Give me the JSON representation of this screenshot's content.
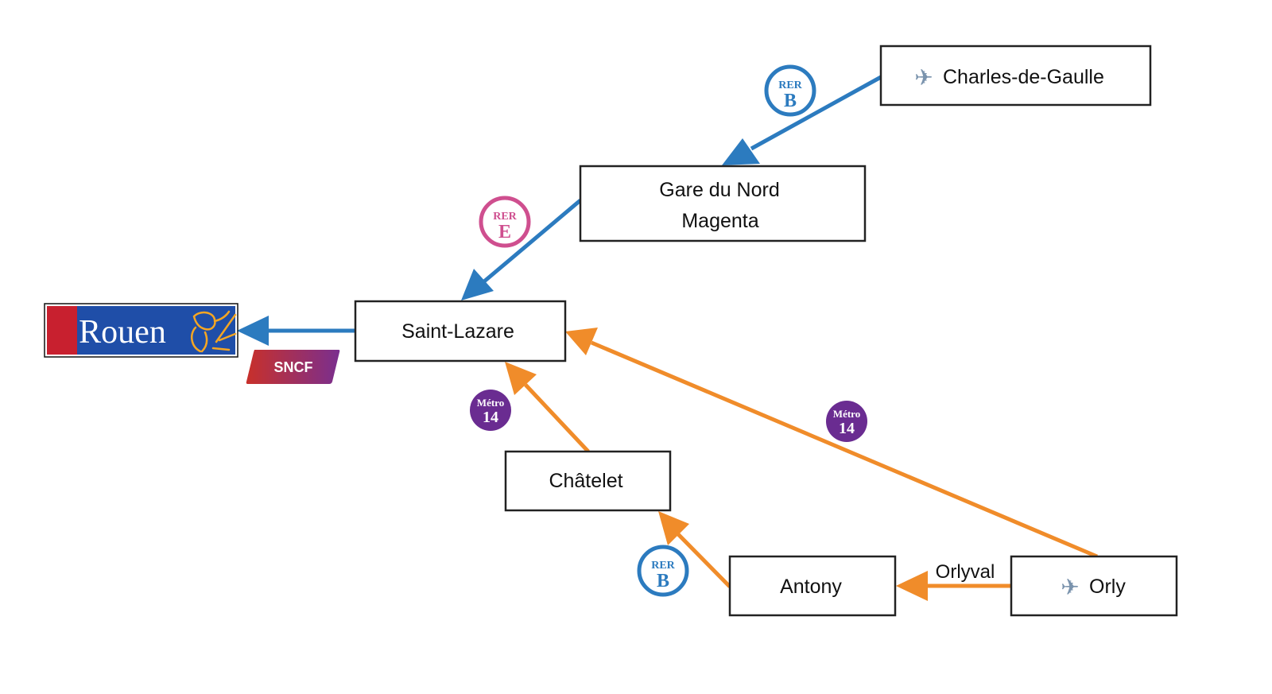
{
  "colors": {
    "blue_edge": "#2c7bbf",
    "orange_edge": "#f08c2a",
    "rer_b": "#2c7bbf",
    "rer_e": "#cf4f8f",
    "metro14": "#6a2c91",
    "rouen_blue": "#1f4ea8",
    "rouen_red": "#c8202f",
    "rouen_gold": "#f5a623",
    "sncf_start": "#c8302a",
    "sncf_end": "#7a2f8f"
  },
  "nodes": {
    "cdg": {
      "icon": "airplane-icon",
      "icon_glyph": "✈",
      "label": "Charles-de-Gaulle"
    },
    "gdn": {
      "line1": "Gare du Nord",
      "line2": "Magenta"
    },
    "saint_lazare": {
      "label": "Saint-Lazare"
    },
    "chatelet": {
      "label": "Châtelet"
    },
    "antony": {
      "label": "Antony"
    },
    "orly": {
      "icon": "airplane-icon",
      "icon_glyph": "✈",
      "label": "Orly"
    }
  },
  "badges": {
    "rer_b_top": {
      "top": "RER",
      "bottom": "B"
    },
    "rer_e": {
      "top": "RER",
      "bottom": "E"
    },
    "metro14_left": {
      "top": "Métro",
      "bottom": "14"
    },
    "metro14_right": {
      "top": "Métro",
      "bottom": "14"
    },
    "rer_b_bottom": {
      "top": "RER",
      "bottom": "B"
    }
  },
  "edge_labels": {
    "orlyval": "Orlyval"
  },
  "logos": {
    "rouen": {
      "text": "Rouen"
    },
    "sncf": {
      "text": "SNCF"
    }
  }
}
